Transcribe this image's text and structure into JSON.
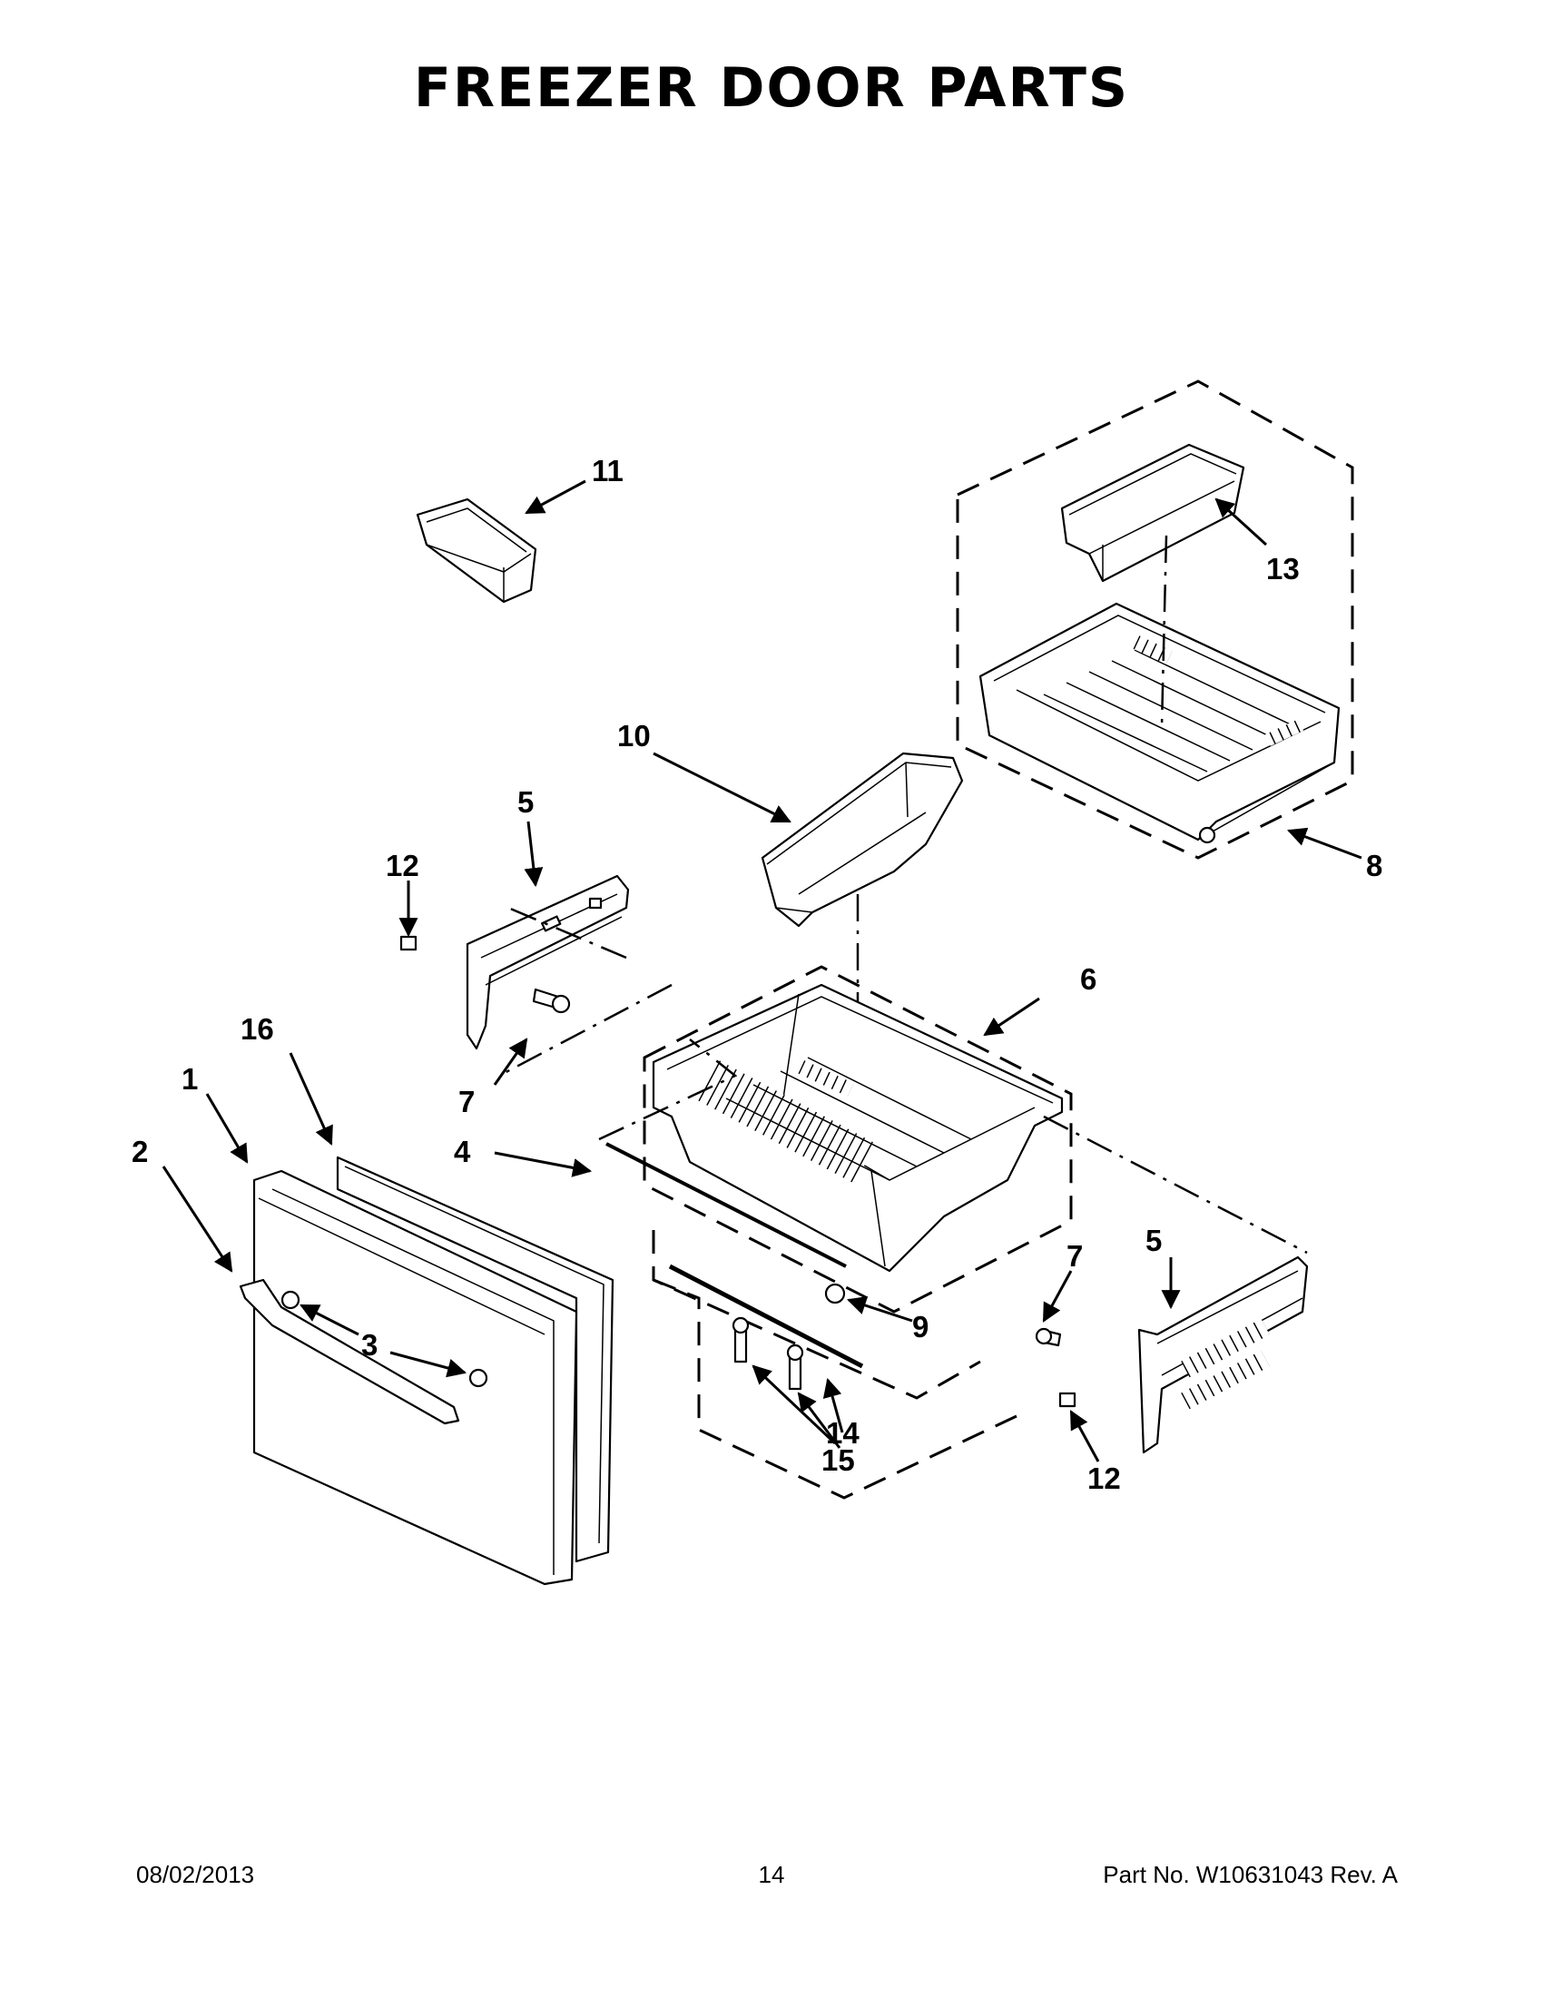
{
  "title": "FREEZER DOOR PARTS",
  "callouts": {
    "c1": "1",
    "c2": "2",
    "c3": "3",
    "c4": "4",
    "c5a": "5",
    "c5b": "5",
    "c6": "6",
    "c7a": "7",
    "c7b": "7",
    "c8": "8",
    "c9": "9",
    "c10": "10",
    "c11": "11",
    "c12a": "12",
    "c12b": "12",
    "c13": "13",
    "c14": "14",
    "c15": "15",
    "c16": "16"
  },
  "footer": {
    "date": "08/02/2013",
    "page": "14",
    "part_no": "Part No.  W10631043  Rev.  A"
  }
}
